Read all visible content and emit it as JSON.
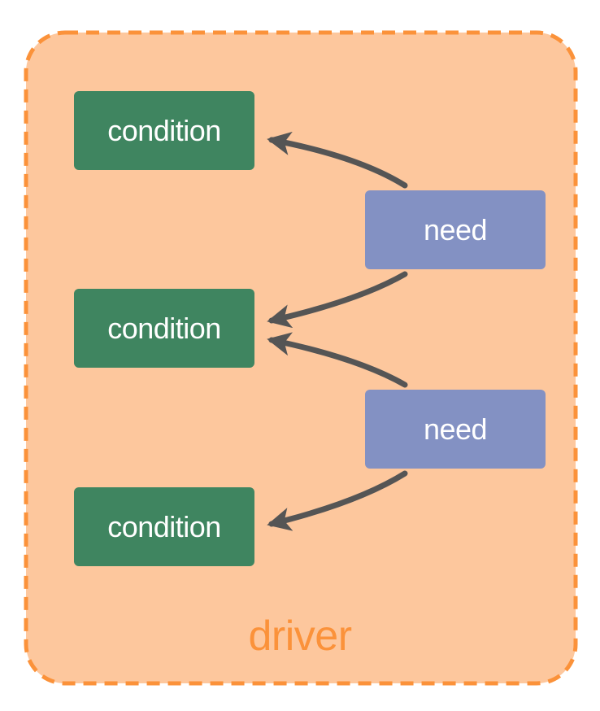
{
  "diagram": {
    "container": {
      "label": "driver",
      "fill": "#fdc79d",
      "border_color": "#fb923a"
    },
    "conditions": [
      {
        "label": "condition"
      },
      {
        "label": "condition"
      },
      {
        "label": "condition"
      }
    ],
    "needs": [
      {
        "label": "need"
      },
      {
        "label": "need"
      }
    ],
    "edges": [
      {
        "from": "need-1",
        "to": "condition-1"
      },
      {
        "from": "need-1",
        "to": "condition-2"
      },
      {
        "from": "need-2",
        "to": "condition-2"
      },
      {
        "from": "need-2",
        "to": "condition-3"
      }
    ],
    "colors": {
      "condition": "#3f8560",
      "need": "#8391c3",
      "arrow": "#555555"
    }
  }
}
